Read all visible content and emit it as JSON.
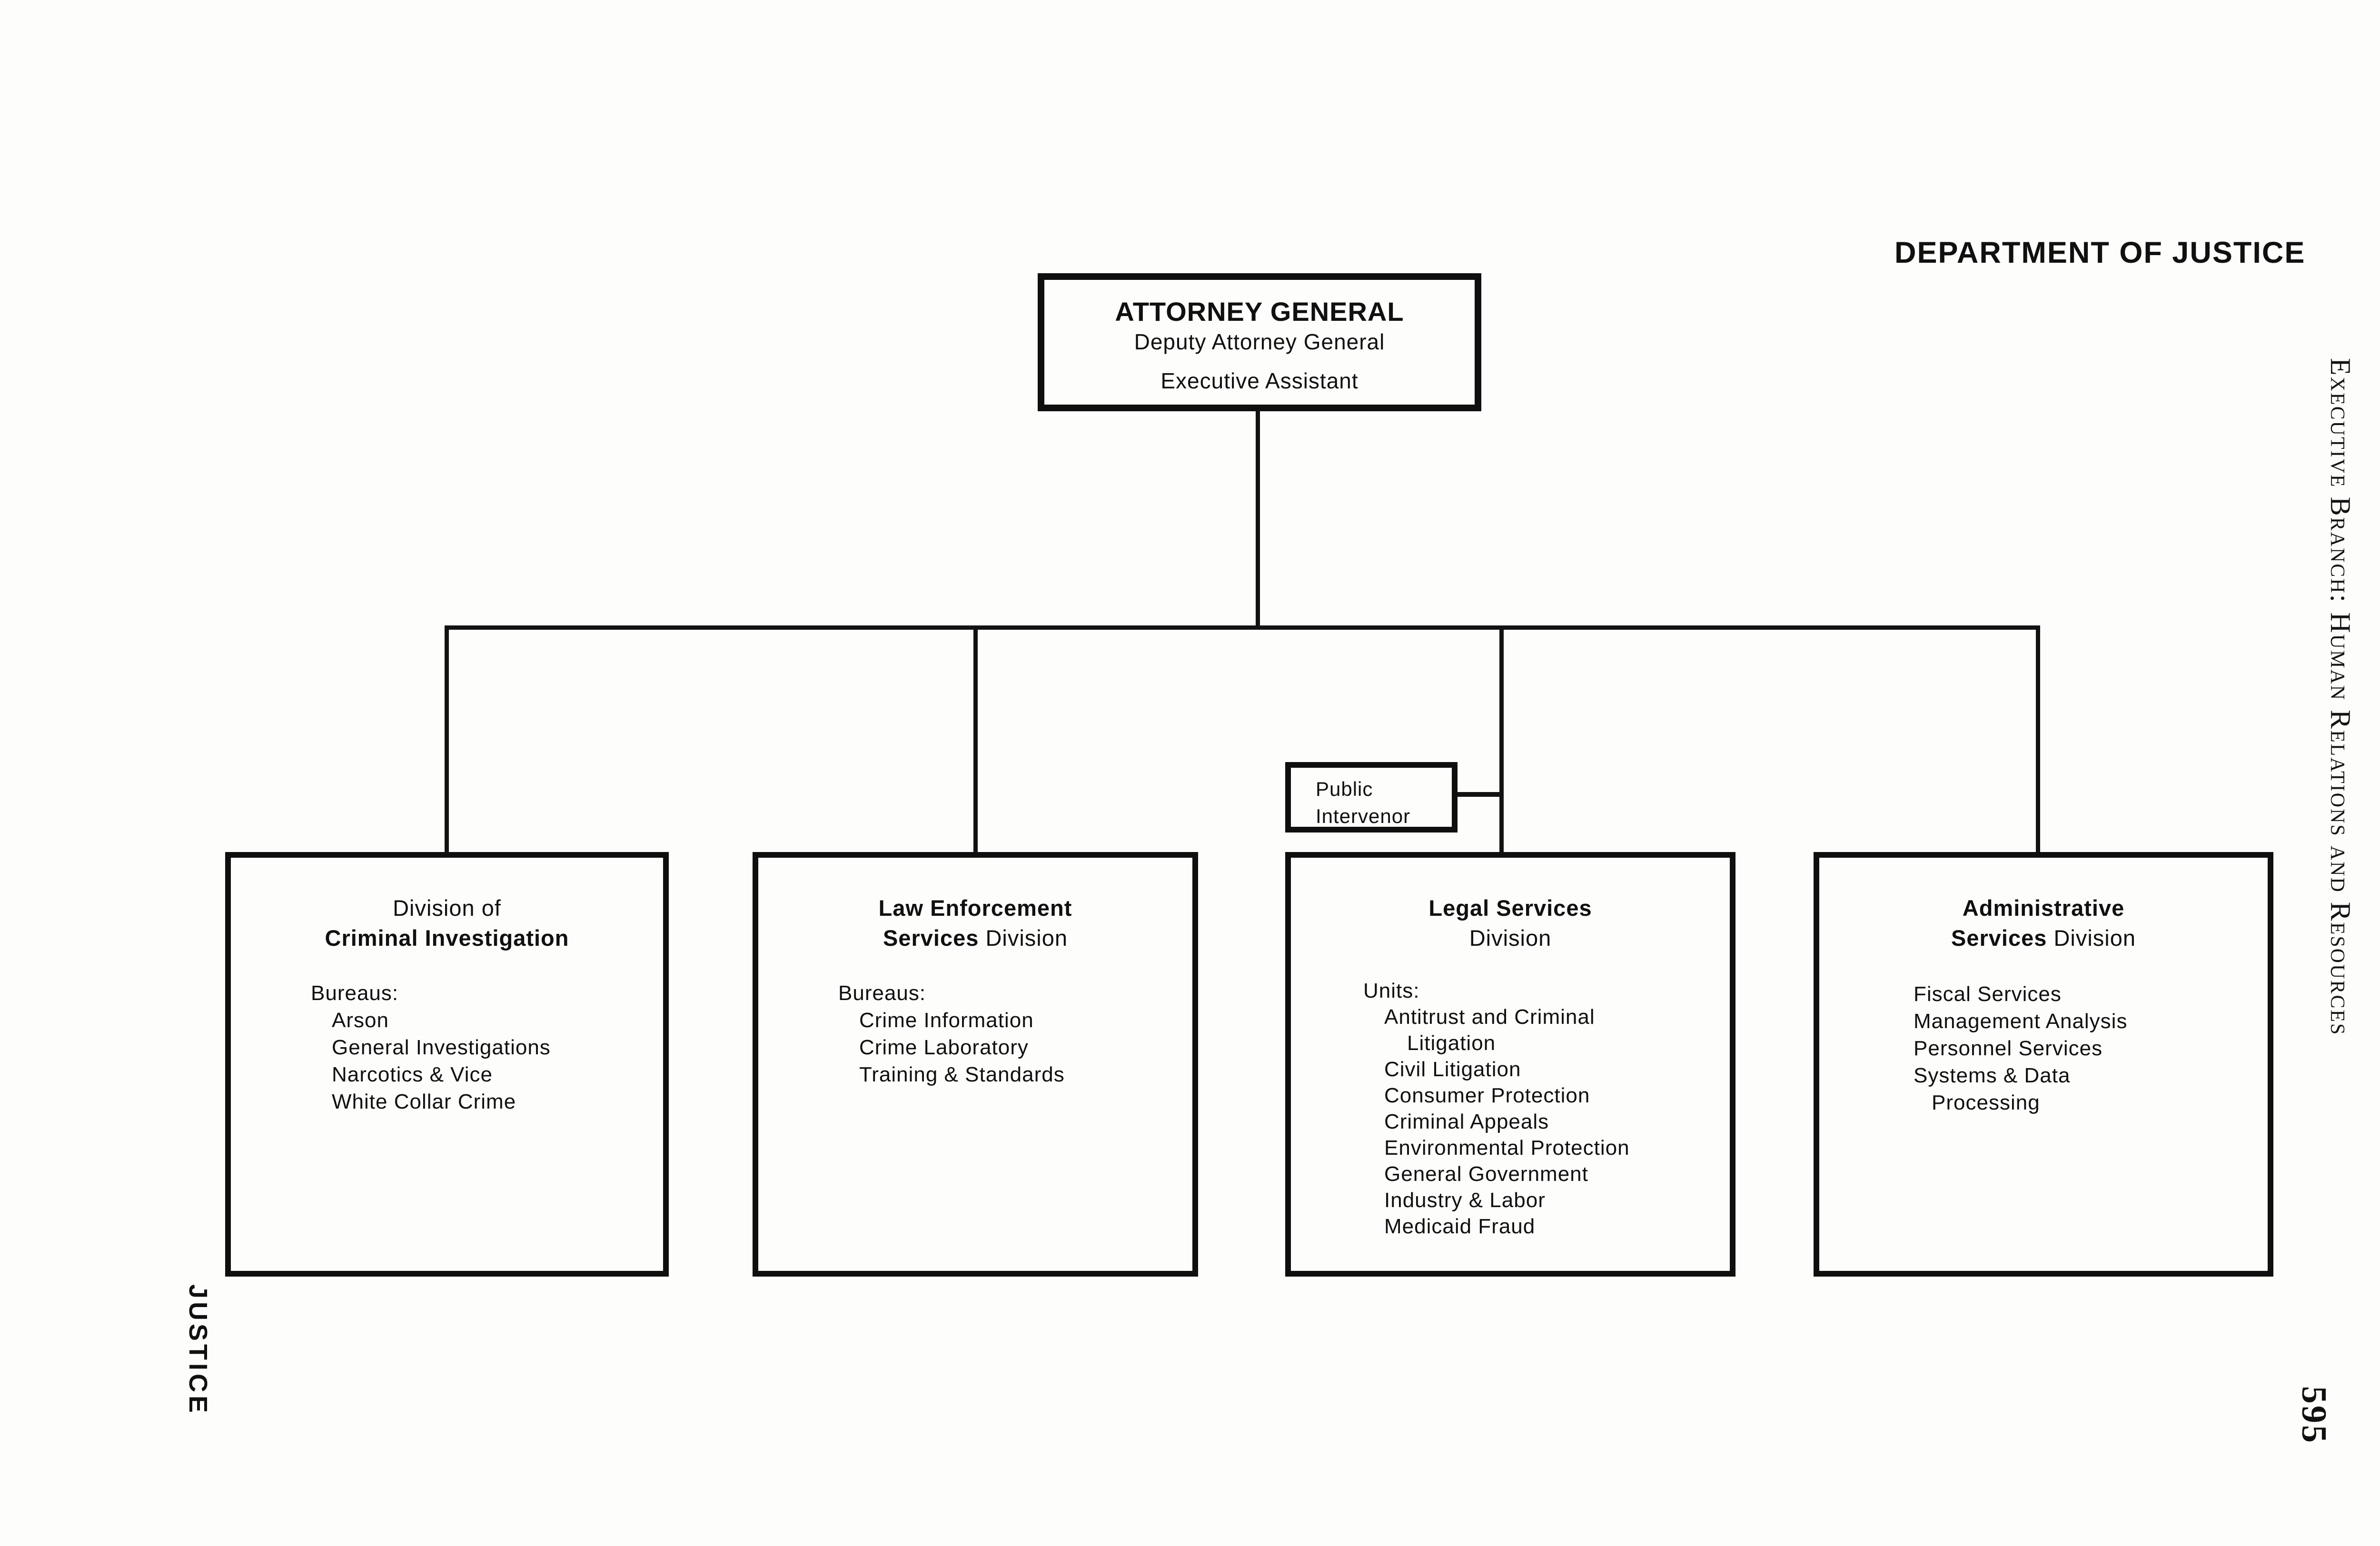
{
  "page": {
    "header_title": "DEPARTMENT OF JUSTICE",
    "side_caption": "Executive Branch: Human Relations and Resources",
    "bottom_left_caption": "JUSTICE",
    "page_number": "595"
  },
  "org": {
    "root": {
      "title": "ATTORNEY GENERAL",
      "subtitle1": "Deputy Attorney General",
      "subtitle2": "Executive Assistant"
    },
    "public_intervenor": {
      "line1": "Public",
      "line2": "Intervenor"
    },
    "divisions": [
      {
        "title_line1": "Division of",
        "title_line2": "Criminal Investigation",
        "list_label": "Bureaus:",
        "items": [
          "Arson",
          "General Investigations",
          "Narcotics & Vice",
          "White Collar Crime"
        ]
      },
      {
        "title_line1": "Law Enforcement",
        "title_line2_bold": "Services",
        "title_line2_regular": " Division",
        "list_label": "Bureaus:",
        "items": [
          "Crime Information",
          "Crime Laboratory",
          "Training & Standards"
        ]
      },
      {
        "title_line1": "Legal Services",
        "title_line2_regular": "Division",
        "list_label": "Units:",
        "items": [
          "Antitrust and Criminal",
          "Litigation",
          "Civil Litigation",
          "Consumer Protection",
          "Criminal Appeals",
          "Environmental Protection",
          "General Government",
          "Industry & Labor",
          "Medicaid Fraud"
        ]
      },
      {
        "title_line1": "Administrative",
        "title_line2_bold": "Services",
        "title_line2_regular": " Division",
        "items": [
          "Fiscal Services",
          "Management Analysis",
          "Personnel Services",
          "Systems & Data",
          "Processing"
        ]
      }
    ]
  }
}
